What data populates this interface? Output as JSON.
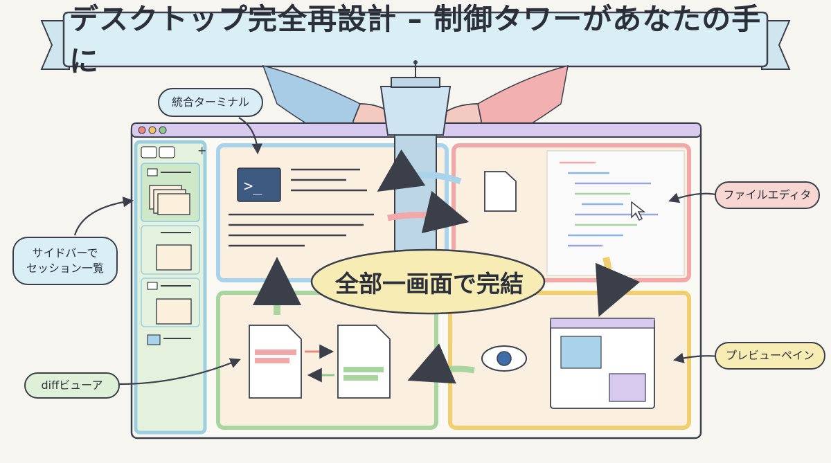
{
  "title": "デスクトップ完全再設計 – 制御タワーがあなたの手に",
  "labels": {
    "terminal": "統合ターミナル",
    "sidebar_line1": "サイドバーで",
    "sidebar_line2": "セッション一覧",
    "file_editor": "ファイルエディタ",
    "preview_pane": "プレビューペイン",
    "diff_viewer": "diffビューア",
    "center": "全部一画面で完結"
  },
  "terminal_prompt": ">_",
  "sidebar_add": "+",
  "colors": {
    "terminal_panel": "#a9d3ea",
    "editor_panel": "#f2a8a8",
    "diff_panel": "#a9d6a0",
    "preview_panel": "#f1cf6e",
    "sidebar_panel": "#9ccfe0",
    "window_frame": "#c9b6e4",
    "tower": "#bcd6e6",
    "center_bubble": "#f6ecb4"
  }
}
